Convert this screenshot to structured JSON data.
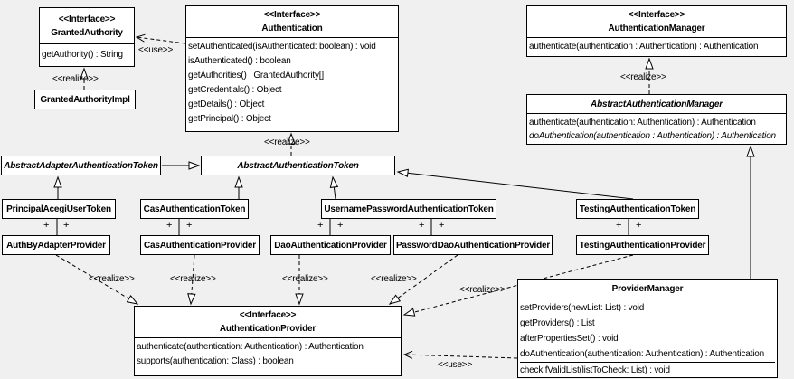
{
  "labels": {
    "use": "<<use>>",
    "realize": "<<realize>>",
    "plus": "+"
  },
  "classes": {
    "granted_authority": {
      "stereotype": "<<Interface>>",
      "name": "GrantedAuthority",
      "methods": [
        "getAuthority() : String"
      ]
    },
    "granted_authority_impl": {
      "name": "GrantedAuthorityImpl"
    },
    "authentication": {
      "stereotype": "<<Interface>>",
      "name": "Authentication",
      "methods": [
        "setAuthenticated(isAuthenticated: boolean) : void",
        "isAuthenticated() : boolean",
        "getAuthorities() : GrantedAuthority[]",
        "getCredentials() : Object",
        "getDetails() : Object",
        "getPrincipal() : Object"
      ]
    },
    "authentication_manager": {
      "stereotype": "<<Interface>>",
      "name": "AuthenticationManager",
      "methods": [
        "authenticate(authentication : Authentication) : Authentication"
      ]
    },
    "abstract_authentication_manager": {
      "name": "AbstractAuthenticationManager",
      "methods": [
        "authenticate(authentication: Authentication) : Authentication",
        "doAuthentication(authentication : Authentication) : Authentication"
      ]
    },
    "abstract_adapter_authentication_token": {
      "name": "AbstractAdapterAuthenticationToken"
    },
    "abstract_authentication_token": {
      "name": "AbstractAuthenticationToken"
    },
    "principal_acegi_user_token": {
      "name": "PrincipalAcegiUserToken"
    },
    "cas_authentication_token": {
      "name": "CasAuthenticationToken"
    },
    "username_password_authentication_token": {
      "name": "UsernamePasswordAuthenticationToken"
    },
    "testing_authentication_token": {
      "name": "TestingAuthenticationToken"
    },
    "auth_by_adapter_provider": {
      "name": "AuthByAdapterProvider"
    },
    "cas_authentication_provider": {
      "name": "CasAuthenticationProvider"
    },
    "dao_authentication_provider": {
      "name": "DaoAuthenticationProvider"
    },
    "password_dao_authentication_provider": {
      "name": "PasswordDaoAuthenticationProvider"
    },
    "testing_authentication_provider": {
      "name": "TestingAuthenticationProvider"
    },
    "authentication_provider": {
      "stereotype": "<<Interface>>",
      "name": "AuthenticationProvider",
      "methods": [
        "authenticate(authentication: Authentication) : Authentication",
        "supports(authentication: Class) : boolean"
      ]
    },
    "provider_manager": {
      "name": "ProviderManager",
      "methods": [
        "setProviders(newList: List) : void",
        "getProviders() : List",
        "afterPropertiesSet() : void",
        "doAuthentication(authentication: Authentication) : Authentication",
        "checkIfValidList(listToCheck: List) : void"
      ]
    }
  }
}
